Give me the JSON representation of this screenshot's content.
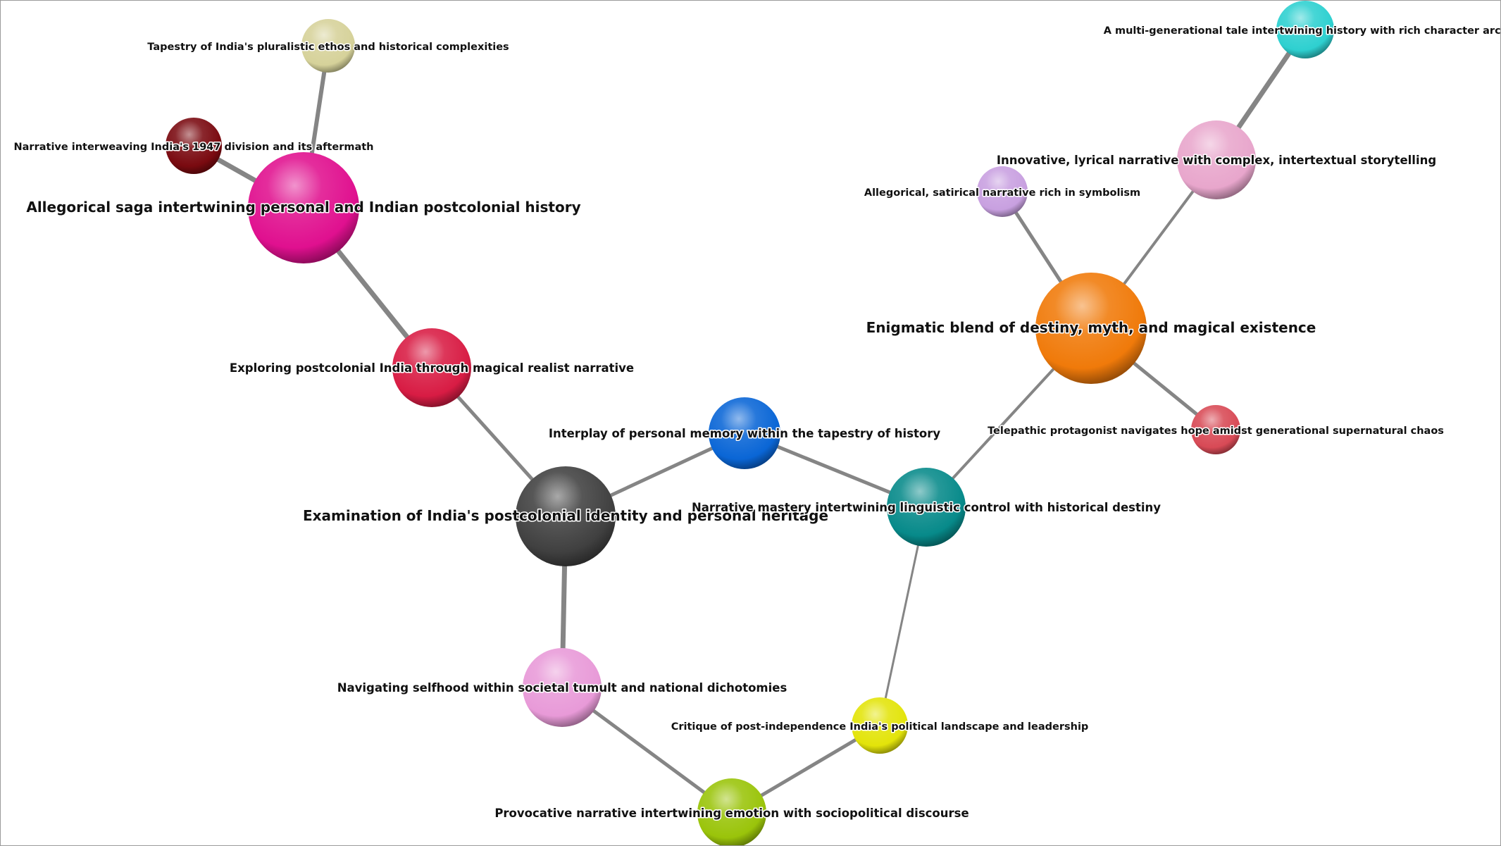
{
  "nodes": [
    {
      "id": "n1",
      "label": "Tapestry of India's pluralistic ethos and historical complexities",
      "color": "#d6d29a",
      "tier": 3
    },
    {
      "id": "n2",
      "label": "Narrative interweaving India's 1947 division and its aftermath",
      "color": "#7a0a10",
      "tier": 3
    },
    {
      "id": "n3",
      "label": "Allegorical saga intertwining personal and Indian postcolonial history",
      "color": "#e0108f",
      "tier": 1
    },
    {
      "id": "n4",
      "label": "Exploring postcolonial India through magical realist narrative",
      "color": "#d81c44",
      "tier": 2
    },
    {
      "id": "n5",
      "label": "Examination of India's postcolonial identity and personal heritage",
      "color": "#404040",
      "tier": 1
    },
    {
      "id": "n6",
      "label": "Interplay of personal memory within the tapestry of history",
      "color": "#0a66d6",
      "tier": 2
    },
    {
      "id": "n7",
      "label": "Narrative mastery intertwining linguistic control with historical destiny",
      "color": "#078a8a",
      "tier": 2
    },
    {
      "id": "n8",
      "label": "Navigating selfhood within societal tumult and national dichotomies",
      "color": "#e89ad8",
      "tier": 2
    },
    {
      "id": "n9",
      "label": "Provocative narrative intertwining emotion with sociopolitical discourse",
      "color": "#9ac40a",
      "tier": 2
    },
    {
      "id": "n10",
      "label": "Critique of post-independence India's political landscape and leadership",
      "color": "#e3e40a",
      "tier": 3
    },
    {
      "id": "n11",
      "label": "Enigmatic blend of destiny, myth, and magical existence",
      "color": "#f07a0a",
      "tier": 1
    },
    {
      "id": "n12",
      "label": "Allegorical, satirical narrative rich in symbolism",
      "color": "#c8a0e0",
      "tier": 3
    },
    {
      "id": "n13",
      "label": "Innovative, lyrical narrative with complex, intertextual storytelling",
      "color": "#e8a6cc",
      "tier": 2
    },
    {
      "id": "n14",
      "label": "A multi-generational tale intertwining history with rich character arcs",
      "color": "#2ed0d0",
      "tier": 3
    },
    {
      "id": "n15",
      "label": "Telepathic protagonist navigates hope amidst generational supernatural chaos",
      "color": "#d84a56",
      "tier": 3
    }
  ],
  "edges": [
    {
      "source": "n1",
      "target": "n3"
    },
    {
      "source": "n2",
      "target": "n3"
    },
    {
      "source": "n3",
      "target": "n4"
    },
    {
      "source": "n4",
      "target": "n5"
    },
    {
      "source": "n5",
      "target": "n6"
    },
    {
      "source": "n5",
      "target": "n8"
    },
    {
      "source": "n6",
      "target": "n7"
    },
    {
      "source": "n8",
      "target": "n9"
    },
    {
      "source": "n9",
      "target": "n10"
    },
    {
      "source": "n10",
      "target": "n7"
    },
    {
      "source": "n7",
      "target": "n11"
    },
    {
      "source": "n11",
      "target": "n12"
    },
    {
      "source": "n11",
      "target": "n13"
    },
    {
      "source": "n11",
      "target": "n15"
    },
    {
      "source": "n13",
      "target": "n14"
    }
  ]
}
